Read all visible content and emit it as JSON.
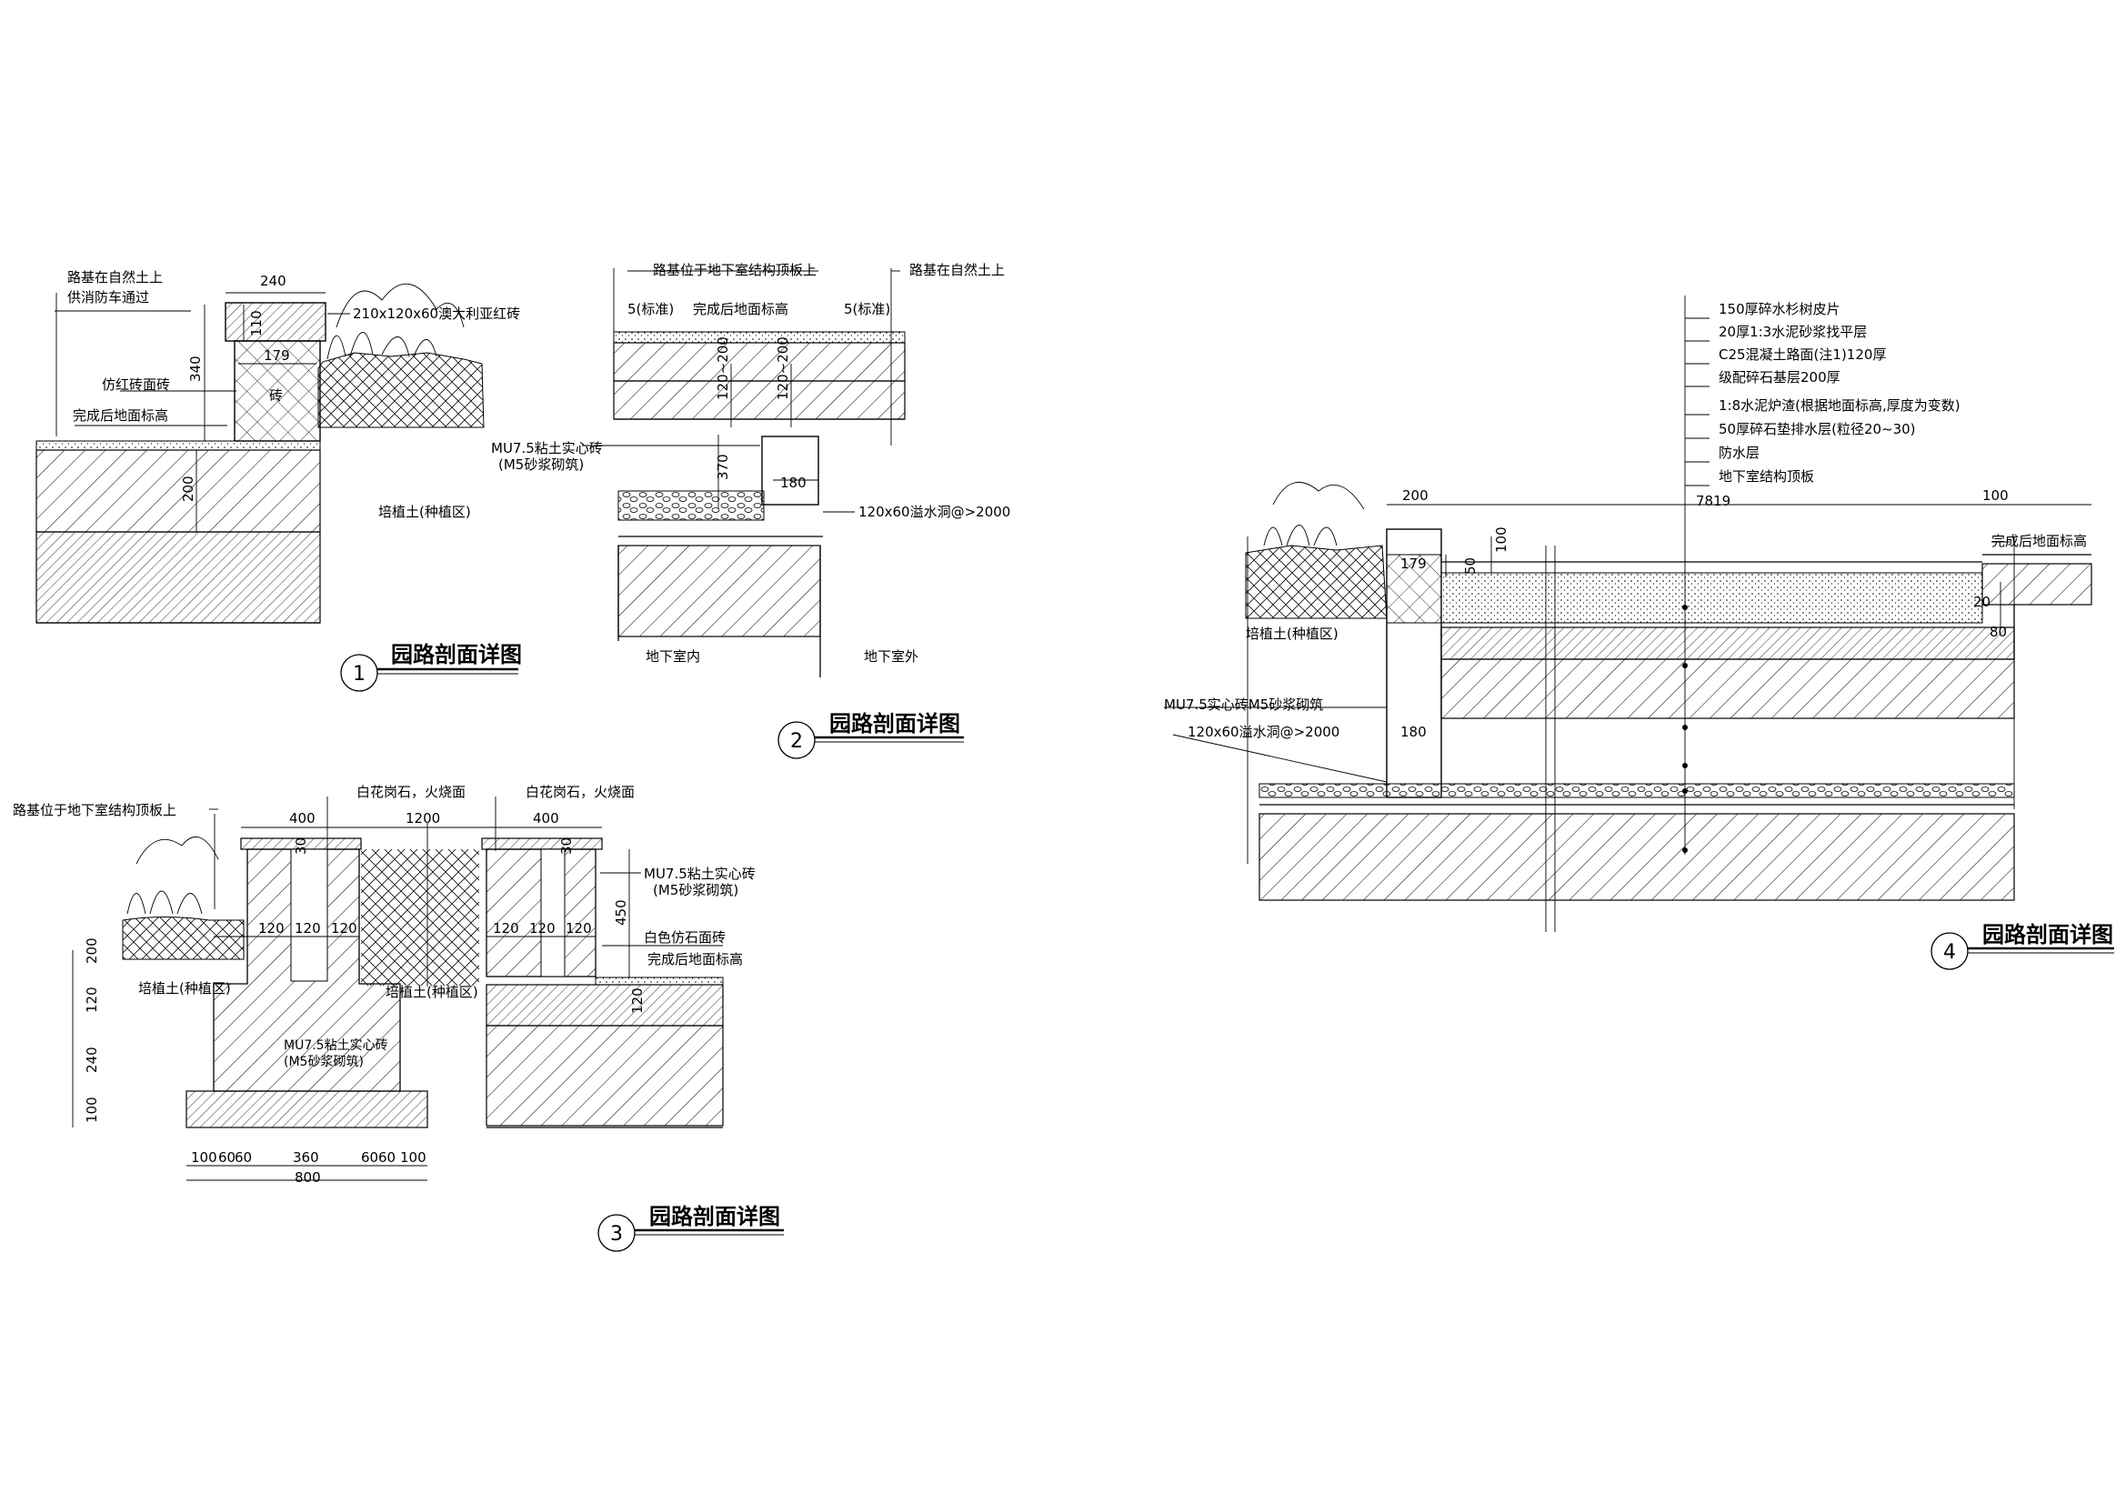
{
  "colors": {
    "ink": "#000000",
    "paper": "#ffffff"
  },
  "details": [
    {
      "number": "1",
      "title": "园路剖面详图",
      "labels": {
        "subgrade": "路基在自然土上",
        "fire_access": "供消防车通过",
        "face_brick": "仿红砖面砖",
        "finished_grade": "完成后地面标高",
        "red_brick": "210x120x60澳大利亚红砖",
        "brick": "砖",
        "planting_soil": "培植土(种植区)"
      },
      "dims": {
        "d240": "240",
        "d110": "110",
        "d340": "340",
        "d179": "179",
        "d200": "200"
      }
    },
    {
      "number": "2",
      "title": "园路剖面详图",
      "labels": {
        "on_roof_slab": "路基位于地下室结构顶板上",
        "on_natural_soil": "路基在自然土上",
        "standard_left": "5(标准)",
        "standard_right": "5(标准)",
        "finished_grade": "完成后地面标高",
        "brick_wall": "MU7.5粘土实心砖",
        "mortar": "(M5砂浆砌筑)",
        "overflow": "120x60溢水洞@>2000",
        "basement_in": "地下室内",
        "basement_out": "地下室外"
      },
      "dims": {
        "d120_200a": "120~200",
        "d120_200b": "120~200",
        "d370": "370",
        "d180": "180"
      }
    },
    {
      "number": "3",
      "title": "园路剖面详图",
      "labels": {
        "on_roof_slab": "路基位于地下室结构顶板上",
        "granite_left": "白花岗石，火烧面",
        "granite_right": "白花岗石，火烧面",
        "brick_wall": "MU7.5粘土实心砖",
        "mortar": "(M5砂浆砌筑)",
        "white_tile": "白色仿石面砖",
        "finished_grade": "完成后地面标高",
        "planting_left": "培植土(种植区)",
        "planting_mid": "培植土(种植区)",
        "brick_center": "MU7.5粘土实心砖",
        "mortar_center": "(M5砂浆砌筑)"
      },
      "dims": {
        "top_left": "400",
        "top_mid": "1200",
        "top_right": "400",
        "d30a": "30",
        "d30b": "30",
        "d120": [
          "120",
          "120",
          "120",
          "120",
          "120",
          "120"
        ],
        "d450": "450",
        "d120r": "120",
        "left_stack": [
          "200",
          "120",
          "240",
          "100"
        ],
        "bottom": [
          "100",
          "60",
          "60",
          "360",
          "60",
          "60",
          "100"
        ],
        "total": "800"
      }
    },
    {
      "number": "4",
      "title": "园路剖面详图",
      "layers": [
        "150厚碎水杉树皮片",
        "20厚1:3水泥砂浆找平层",
        "C25混凝土路面(注1)120厚",
        "级配碎石基层200厚",
        "1:8水泥炉渣(根据地面标高,厚度为变数)",
        "50厚碎石垫排水层(粒径20~30)",
        "防水层",
        "地下室结构顶板"
      ],
      "labels": {
        "planting_soil": "培植土(种植区)",
        "brick_wall": "MU7.5实心砖M5砂浆砌筑",
        "overflow": "120x60溢水洞@>2000",
        "finished_grade": "完成后地面标高"
      },
      "dims": {
        "d200": "200",
        "d7819": "7819",
        "d100a": "100",
        "d100b": "100",
        "d179": "179",
        "d50": "50",
        "d20": "20",
        "d80": "80",
        "d180": "180"
      }
    }
  ]
}
